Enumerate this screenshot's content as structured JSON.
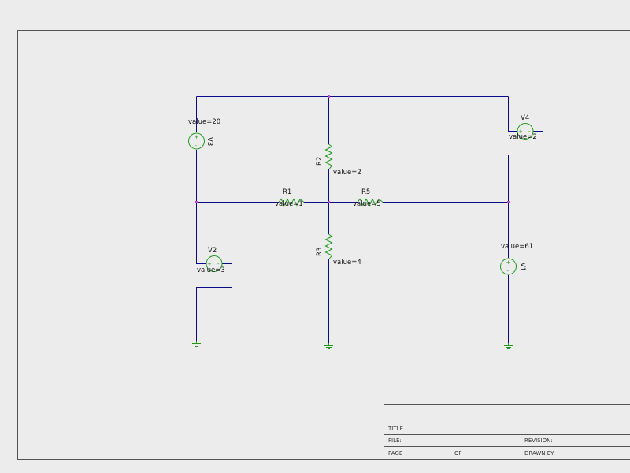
{
  "components": {
    "V3": {
      "name": "V3",
      "value": "value=20"
    },
    "V4": {
      "name": "V4",
      "value": "value=2"
    },
    "V2": {
      "name": "V2",
      "value": "value=3"
    },
    "V1": {
      "name": "V1",
      "value": "value=61"
    },
    "R1": {
      "name": "R1",
      "value": "value=1"
    },
    "R2": {
      "name": "R2",
      "value": "value=2"
    },
    "R3": {
      "name": "R3",
      "value": "value=4"
    },
    "R5": {
      "name": "R5",
      "value": "value=5"
    }
  },
  "title_block": {
    "title": "TITLE",
    "file": "FILE:",
    "page": "PAGE",
    "of": "OF",
    "revision": "REVISION:",
    "drawn_by": "DRAWN BY:"
  },
  "colors": {
    "wire": "#0a0a8c",
    "component": "#1d9a1d",
    "junction": "#cc44cc",
    "background": "#ececec"
  }
}
